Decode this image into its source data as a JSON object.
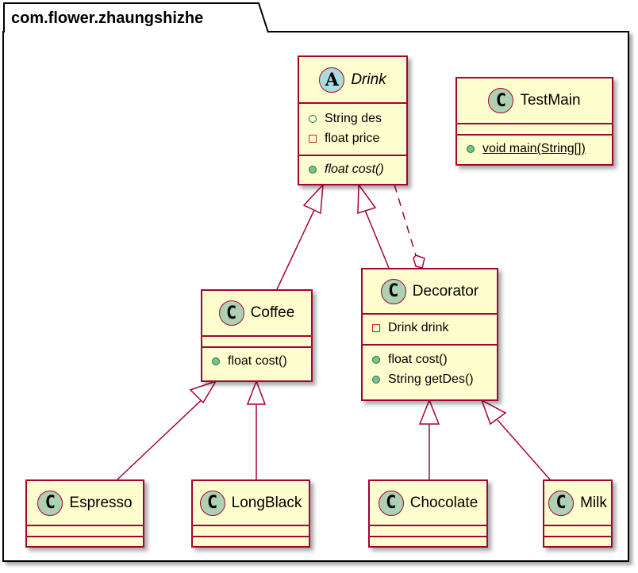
{
  "package": {
    "name": "com.flower.zhaungshizhe"
  },
  "colors": {
    "class_fill": "#FEFECE",
    "class_border": "#A80036",
    "class_stereo": "#ADD1B2",
    "abstract_stereo": "#A9DCDF",
    "public_icon": "#84BE84",
    "private_icon": "#C82930",
    "edge": "#A80036"
  },
  "classes": {
    "drink": {
      "name": "Drink",
      "stereotype": "A",
      "abstract": true,
      "fields": [
        {
          "visibility": "public",
          "text": "String des"
        },
        {
          "visibility": "private",
          "text": "float price"
        }
      ],
      "methods": [
        {
          "visibility": "public",
          "text": "float cost()",
          "abstract": true
        }
      ]
    },
    "testmain": {
      "name": "TestMain",
      "stereotype": "C",
      "fields": [],
      "methods": [
        {
          "visibility": "public",
          "text": "void main(String[])",
          "static": true
        }
      ]
    },
    "coffee": {
      "name": "Coffee",
      "stereotype": "C",
      "fields": [],
      "methods": [
        {
          "visibility": "public",
          "text": "float cost()"
        }
      ]
    },
    "decorator": {
      "name": "Decorator",
      "stereotype": "C",
      "fields": [
        {
          "visibility": "private",
          "text": "Drink drink"
        }
      ],
      "methods": [
        {
          "visibility": "public",
          "text": "float cost()"
        },
        {
          "visibility": "public",
          "text": "String getDes()"
        }
      ]
    },
    "espresso": {
      "name": "Espresso",
      "stereotype": "C"
    },
    "longblack": {
      "name": "LongBlack",
      "stereotype": "C"
    },
    "chocolate": {
      "name": "Chocolate",
      "stereotype": "C"
    },
    "milk": {
      "name": "Milk",
      "stereotype": "C"
    }
  },
  "relations": [
    {
      "from": "Coffee",
      "to": "Drink",
      "type": "extends"
    },
    {
      "from": "Decorator",
      "to": "Drink",
      "type": "extends"
    },
    {
      "from": "Decorator",
      "to": "Drink",
      "type": "aggregation",
      "style": "dashed"
    },
    {
      "from": "Espresso",
      "to": "Coffee",
      "type": "extends"
    },
    {
      "from": "LongBlack",
      "to": "Coffee",
      "type": "extends"
    },
    {
      "from": "Chocolate",
      "to": "Decorator",
      "type": "extends"
    },
    {
      "from": "Milk",
      "to": "Decorator",
      "type": "extends"
    }
  ]
}
